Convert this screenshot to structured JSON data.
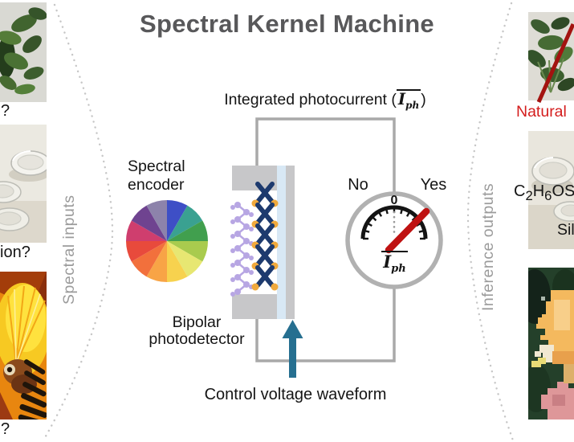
{
  "figure_title": "Spectral Kernel Machine",
  "left_panel": {
    "rotated_label": "Spectral inputs",
    "items": [
      {
        "image": "houseplant-photo",
        "caption": "?"
      },
      {
        "image": "glass-dishes-photo",
        "caption": "ion?"
      },
      {
        "image": "yellow-bird-photo",
        "caption": "?"
      }
    ]
  },
  "right_panel": {
    "rotated_label": "Inference outputs",
    "natural_label": "Natural",
    "natural_color": "#d41d1d",
    "strike_color": "#a31310",
    "formula": {
      "p1": "C",
      "s1": "2",
      "p2": "H",
      "s2": "6",
      "p3": "OS"
    },
    "sil_label": "Sil",
    "items": [
      {
        "image": "plant-photo-crossed-out"
      },
      {
        "image": "glass-dish-photo"
      },
      {
        "image": "segmented-bird-photo"
      }
    ]
  },
  "center": {
    "photocurrent_prefix": "Integrated photocurrent (",
    "photocurrent_suffix": ")",
    "current_symbol": {
      "base": "I",
      "subscript": "ph"
    },
    "encoder_label": {
      "line1": "Spectral",
      "line2": "encoder"
    },
    "detector_label": {
      "line1": "Bipolar",
      "line2": "photodetector"
    },
    "control_label": "Control voltage waveform",
    "gauge": {
      "left_label": "No",
      "right_label": "Yes",
      "zero_label": "0",
      "needle_color": "#bf1212"
    },
    "wheel_colors": [
      "#3e4fc6",
      "#3aa191",
      "#419f4e",
      "#a9cb4e",
      "#e7e772",
      "#f7d24e",
      "#f8a446",
      "#f2703c",
      "#e84a3c",
      "#cf3e6e",
      "#6f4390",
      "#8d83ab"
    ],
    "colors": {
      "wire": "#a9a9a9",
      "arrow": "#266f90",
      "electrode": "#c7c7c9",
      "glass_layer": "#d8e8f5",
      "polymer_chain": "#b7a6e3",
      "acceptor_chain": "#1d3a6e",
      "linker_dots": "#f0a93c",
      "dotted_divider": "#c6c6c6",
      "title_gray": "#58585a",
      "side_label_gray": "#9b9b9b"
    }
  }
}
